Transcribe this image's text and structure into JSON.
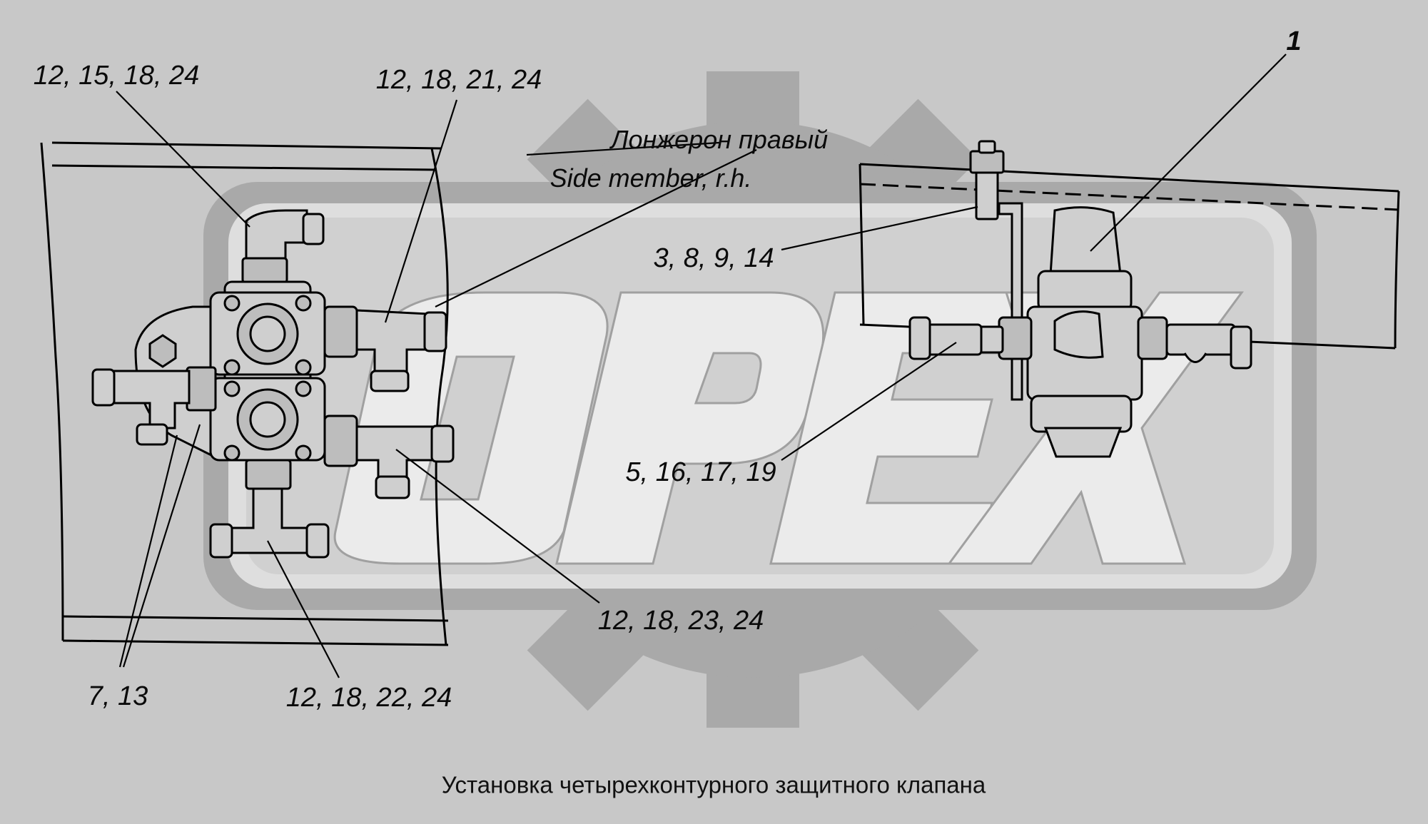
{
  "caption": "Установка четырехконтурного защитного клапана",
  "watermark": {
    "text": "OPEX",
    "logo": "gear-logo"
  },
  "side_member_label": {
    "ru": "Лонжерон правый",
    "en": "Side member, r.h."
  },
  "callouts": {
    "c1": "12, 15, 18, 24",
    "c2": "12, 18, 21, 24",
    "c3": "12, 18, 23, 24",
    "c4": "12, 18, 22, 24",
    "c5": "7, 13",
    "c6": "1",
    "c7": "3, 8, 9, 14",
    "c8": "5, 16, 17, 19"
  },
  "colors": {
    "background": "#c8c8c8",
    "watermark_light": "#e2e2e2",
    "watermark_dark": "#a9a9a9",
    "ink": "#000000"
  }
}
